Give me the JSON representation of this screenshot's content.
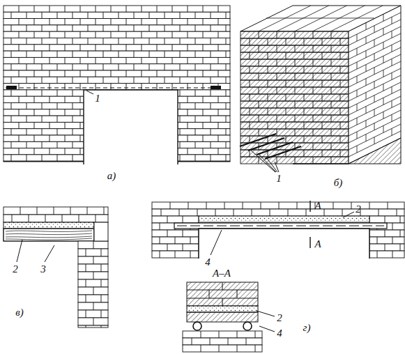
{
  "diagram": {
    "labels": [
      "1",
      "а)",
      "1",
      "б)",
      "2",
      "3",
      "в)",
      "2",
      "А",
      "А",
      "4",
      "А–А",
      "2",
      "4",
      "г)"
    ]
  }
}
